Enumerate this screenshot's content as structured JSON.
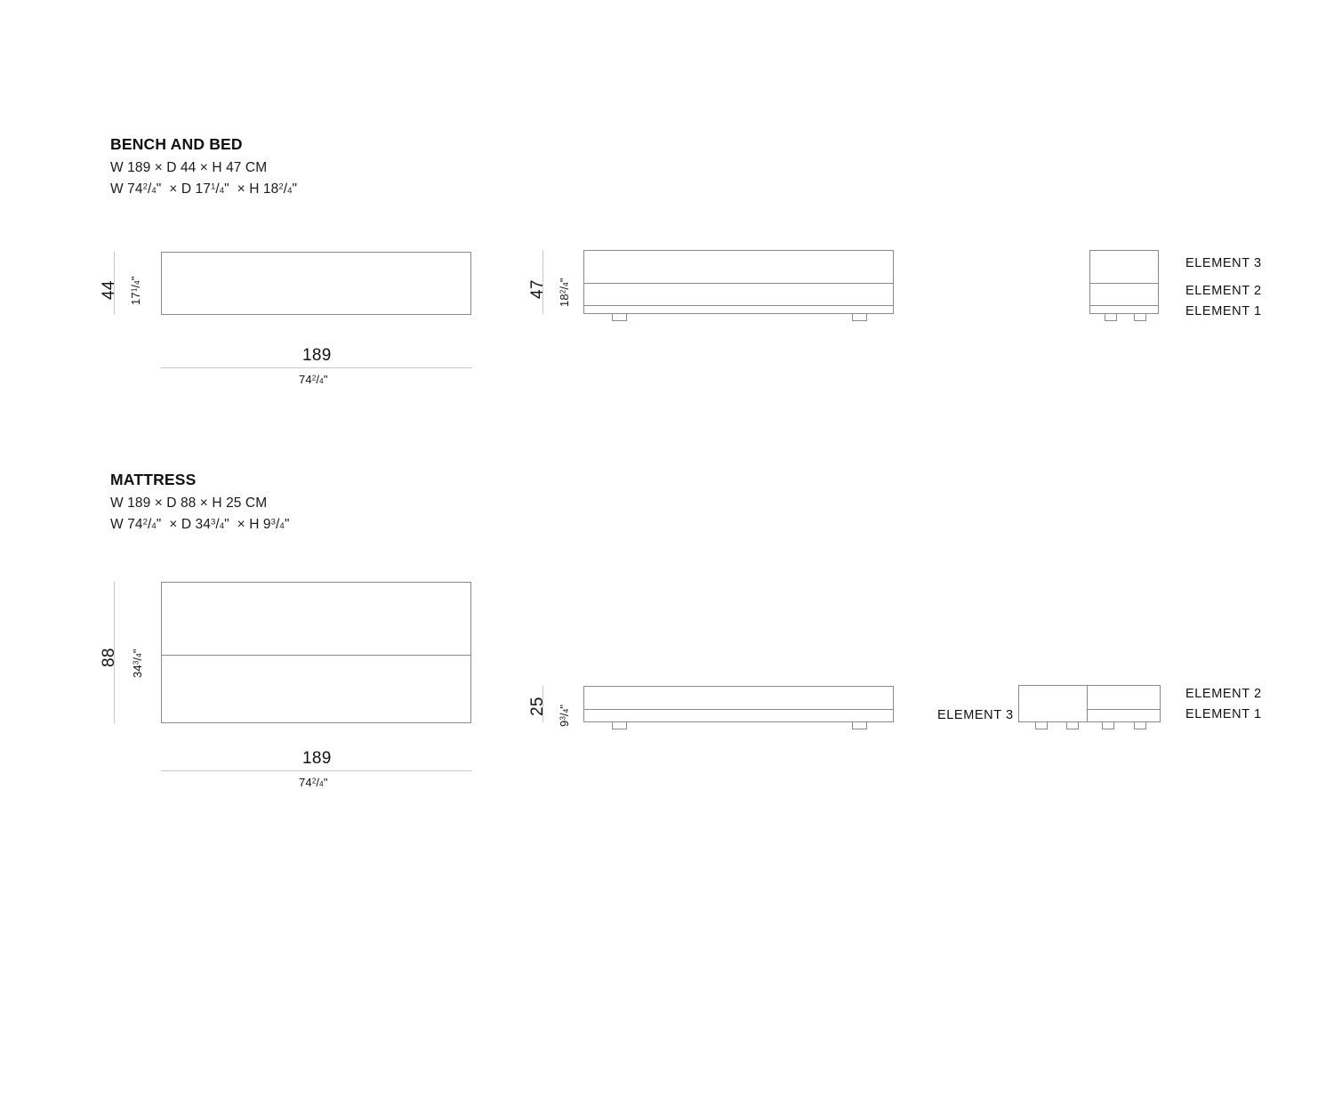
{
  "page": {
    "background": "#ffffff",
    "line_color": "#8a8a8a",
    "dim_line_color": "#c8c8c8",
    "text_color": "#111111"
  },
  "sections": [
    {
      "id": "bench-and-bed",
      "title": "BENCH AND BED",
      "dims_cm": "W 189 × D 44 × H 47 CM",
      "dims_in_prefix": "W 74",
      "dims_in": {
        "width_whole": "74",
        "width_num": "2",
        "width_den": "4",
        "depth_whole": "17",
        "depth_num": "1",
        "depth_den": "4",
        "height_whole": "18",
        "height_num": "2",
        "height_den": "4"
      },
      "top_view": {
        "width_label_cm": "189",
        "width_label_in_whole": "74",
        "width_label_in_num": "2",
        "width_label_in_den": "4",
        "depth_label_cm": "44",
        "depth_label_in_whole": "17",
        "depth_label_in_num": "1",
        "depth_label_in_den": "4"
      },
      "front_view": {
        "height_label_cm": "47",
        "height_label_in_whole": "18",
        "height_label_in_num": "2",
        "height_label_in_den": "4"
      },
      "side_view": {
        "element_labels": [
          "ELEMENT 3",
          "ELEMENT 2",
          "ELEMENT 1"
        ]
      }
    },
    {
      "id": "mattress",
      "title": "MATTRESS",
      "dims_cm": "W 189 × D 88 × H 25 CM",
      "dims_in": {
        "width_whole": "74",
        "width_num": "2",
        "width_den": "4",
        "depth_whole": "34",
        "depth_num": "3",
        "depth_den": "4",
        "height_whole": "9",
        "height_num": "3",
        "height_den": "4"
      },
      "top_view": {
        "width_label_cm": "189",
        "width_label_in_whole": "74",
        "width_label_in_num": "2",
        "width_label_in_den": "4",
        "depth_label_cm": "88",
        "depth_label_in_whole": "34",
        "depth_label_in_num": "3",
        "depth_label_in_den": "4"
      },
      "front_view": {
        "height_label_cm": "25",
        "height_label_in_whole": "9",
        "height_label_in_num": "3",
        "height_label_in_den": "4"
      },
      "side_view": {
        "element_label_left": "ELEMENT 3",
        "element_labels_right": [
          "ELEMENT 2",
          "ELEMENT 1"
        ]
      }
    }
  ],
  "symbols": {
    "multiply": "×",
    "inch_mark": "\""
  }
}
